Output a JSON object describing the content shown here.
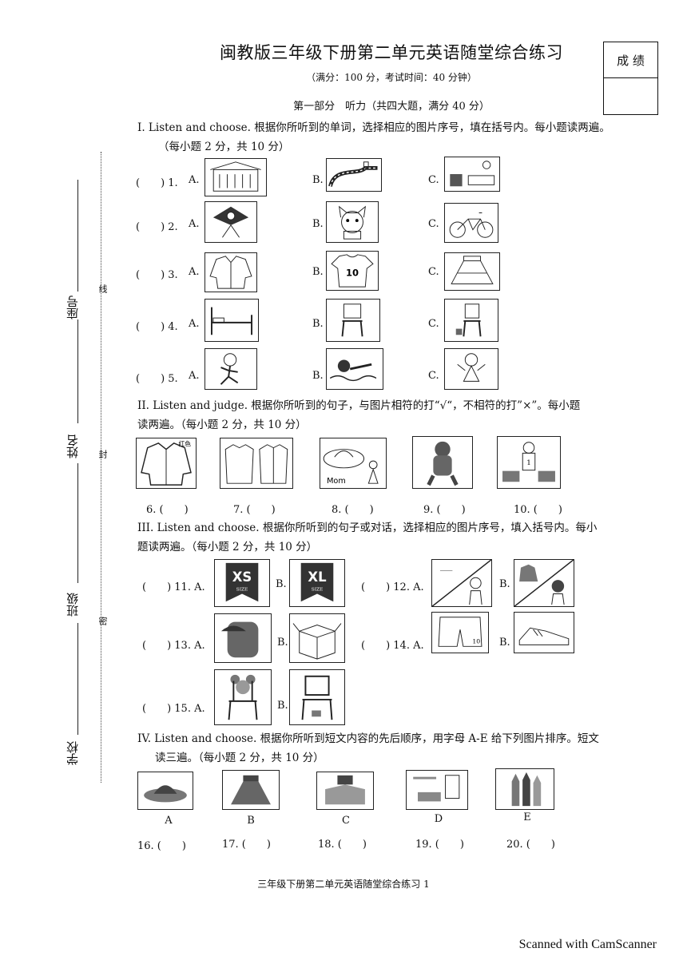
{
  "header": {
    "title": "闽教版三年级下册第二单元英语随堂综合练习",
    "subtitle": "（满分：100 分，考试时间：40 分钟）",
    "part": "第一部分　听力（共四大题，满分 40 分）",
    "score_label": "成 绩"
  },
  "sidebar": {
    "seat": "座号",
    "name": "姓名",
    "class": "班级",
    "school": "学校",
    "dots": [
      "线",
      "封",
      "密"
    ]
  },
  "section1": {
    "instruction": "I. Listen and choose. 根据你所听到的单词，选择相应的图片序号，填在括号内。每小题读两遍。",
    "score": "（每小题 2 分，共 10 分）",
    "items": [
      {
        "paren": "(　　) 1.",
        "a": "A.",
        "b": "B.",
        "c": "C.",
        "icons": [
          "school-icon",
          "road-icon",
          "bedroom-icon"
        ]
      },
      {
        "paren": "(　　) 2.",
        "a": "A.",
        "b": "B.",
        "c": "C.",
        "icons": [
          "kite-icon",
          "cat-icon",
          "bike-icon"
        ]
      },
      {
        "paren": "(　　) 3.",
        "a": "A.",
        "b": "B.",
        "c": "C.",
        "icons": [
          "jacket-icon",
          "tshirt-icon",
          "skirt-icon"
        ]
      },
      {
        "paren": "(　　) 4.",
        "a": "A.",
        "b": "B.",
        "c": "C.",
        "icons": [
          "bed-icon",
          "chair-icon",
          "chair-icon"
        ]
      },
      {
        "paren": "(　　) 5.",
        "a": "A.",
        "b": "B.",
        "c": "C.",
        "icons": [
          "running-boy-icon",
          "swimmer-icon",
          "girl-icon"
        ]
      }
    ]
  },
  "section2": {
    "instruction_line1": "II. Listen and judge. 根据你所听到的句子，与图片相符的打“√“，不相符的打”×”。每小题",
    "instruction_line2": "读两遍。（每小题 2 分，共 10 分）",
    "pic1_text": "红色",
    "pic3_text": "Mom",
    "pic5_text": "1",
    "items": [
      "6. (　　)",
      "7. (　　)",
      "8. (　　)",
      "9. (　　)",
      "10. (　　)"
    ]
  },
  "section3": {
    "instruction_line1": "III. Listen and choose. 根据你所听到的句子或对话，选择相应的图片序号，填入括号内。每小",
    "instruction_line2": "题读两遍。（每小题 2 分，共 10 分）",
    "xs": "XS",
    "xl": "XL",
    "size": "SIZE",
    "shorts_number": "10",
    "items": [
      {
        "paren": "(　　) 11. A.",
        "b": "B."
      },
      {
        "paren": "(　　) 12. A.",
        "b": "B."
      },
      {
        "paren": "(　　) 13. A.",
        "b": "B."
      },
      {
        "paren": "(　　) 14. A.",
        "b": "B."
      },
      {
        "paren": "(　　) 15. A.",
        "b": "B."
      }
    ]
  },
  "section4": {
    "instruction_line1": "IV. Listen and choose. 根据你所听到短文内容的先后顺序，用字母 A-E 给下列图片排序。短文",
    "instruction_line2": "读三遍。（每小题 2 分，共 10 分）",
    "letters": [
      "A",
      "B",
      "C",
      "D",
      "E"
    ],
    "items": [
      "16. (　　)",
      "17. (　　)",
      "18. (　　)",
      "19. (　　)",
      "20. (　　)"
    ]
  },
  "section1_tshirt_number": "10",
  "footer": "三年级下册第二单元英语随堂综合练习 1",
  "watermark": "Scanned with CamScanner"
}
